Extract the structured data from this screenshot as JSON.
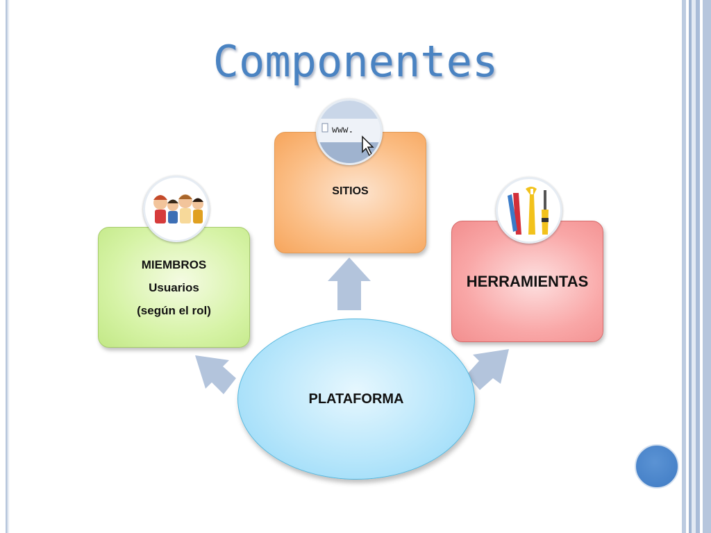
{
  "slide": {
    "title": "Componentes"
  },
  "diagram": {
    "center": {
      "label": "PLATAFORMA"
    },
    "members": {
      "line1": "MIEMBROS",
      "line2": "Usuarios",
      "line3": "(según el rol)"
    },
    "sites": {
      "label": "SITIOS"
    },
    "tools": {
      "label": "HERRAMIENTAS"
    },
    "icons": {
      "members": "people-group-icon",
      "sites": "browser-url-icon",
      "tools": "tools-icon"
    },
    "url_text": "www."
  },
  "colors": {
    "title": "#4a83c2",
    "members_box": "#d6f3a6",
    "sites_box": "#fbbd84",
    "tools_box": "#f9a7a7",
    "center": "#b7e6fb",
    "arrow": "#b3c4dc",
    "accent_dot": "#3f7bc4"
  }
}
